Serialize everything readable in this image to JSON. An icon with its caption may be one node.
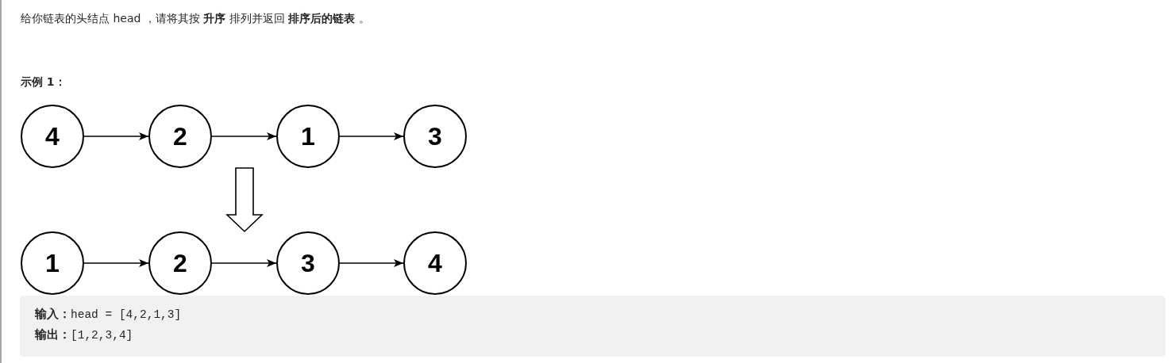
{
  "diagram": {
    "nodes": [
      {
        "text": [],
        "shape": "picture"
      },
      {
        "text": [
          "4"
        ],
        "in": 0
      },
      {
        "text": [
          "2"
        ],
        "in": 0
      },
      {
        "text": [
          "1"
        ],
        "in": 0
      },
      {
        "text": [
          "3"
        ],
        "in": 0
      },
      {
        "text": [],
        "shape": "picture"
      },
      {
        "text": [
          "1"
        ],
        "in": 5
      },
      {
        "text": [
          "2"
        ],
        "in": 5
      },
      {
        "text": [
          "3"
        ],
        "in": 5
      },
      {
        "text": [
          "4"
        ],
        "in": 5
      },
      {
        "text": [
          "**输入：**head = [4,2,1,3]",
          "**输出：**[1,2,3,4]"
        ]
      }
    ],
    "edges": [
      {
        "from": 1,
        "to": 2,
        "arrow": "to"
      },
      {
        "from": 2,
        "to": 3,
        "arrow": "to"
      },
      {
        "from": 3,
        "to": 4,
        "arrow": "to"
      },
      {
        "from": 0,
        "to": 5,
        "arrow": "to",
        "style": "thick"
      },
      {
        "from": 6,
        "to": 7,
        "arrow": "to"
      },
      {
        "from": 7,
        "to": 8,
        "arrow": "to"
      },
      {
        "from": 8,
        "to": 9,
        "arrow": "to"
      }
    ],
    "labels": [
      "给你链表的头结点 head ，请将其按 **升序** 排列并返回 **排序后的链表** 。",
      "示例 1："
    ]
  }
}
